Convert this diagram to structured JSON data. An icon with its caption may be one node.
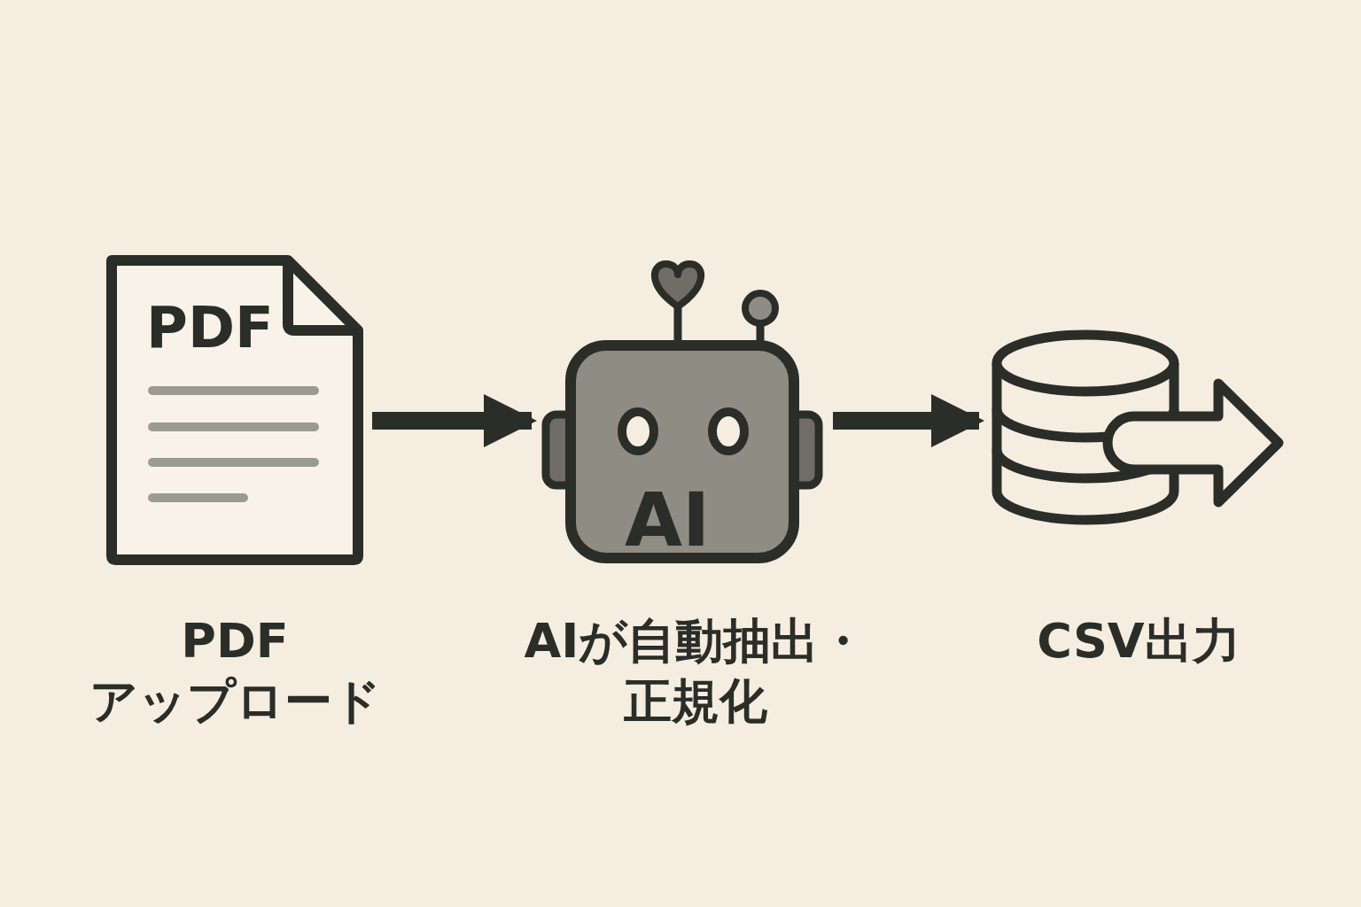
{
  "diagram": {
    "nodes": [
      {
        "text": [
          "PDF",
          "PDF アップロード"
        ]
      },
      {
        "text": [
          "AI",
          "AIが自動抽出・正規化"
        ]
      },
      {
        "text": [
          "CSV出力"
        ]
      }
    ],
    "edges": [
      {
        "from": 0,
        "to": 1,
        "arrow": "to"
      },
      {
        "from": 1,
        "to": 2,
        "arrow": "to"
      }
    ]
  }
}
